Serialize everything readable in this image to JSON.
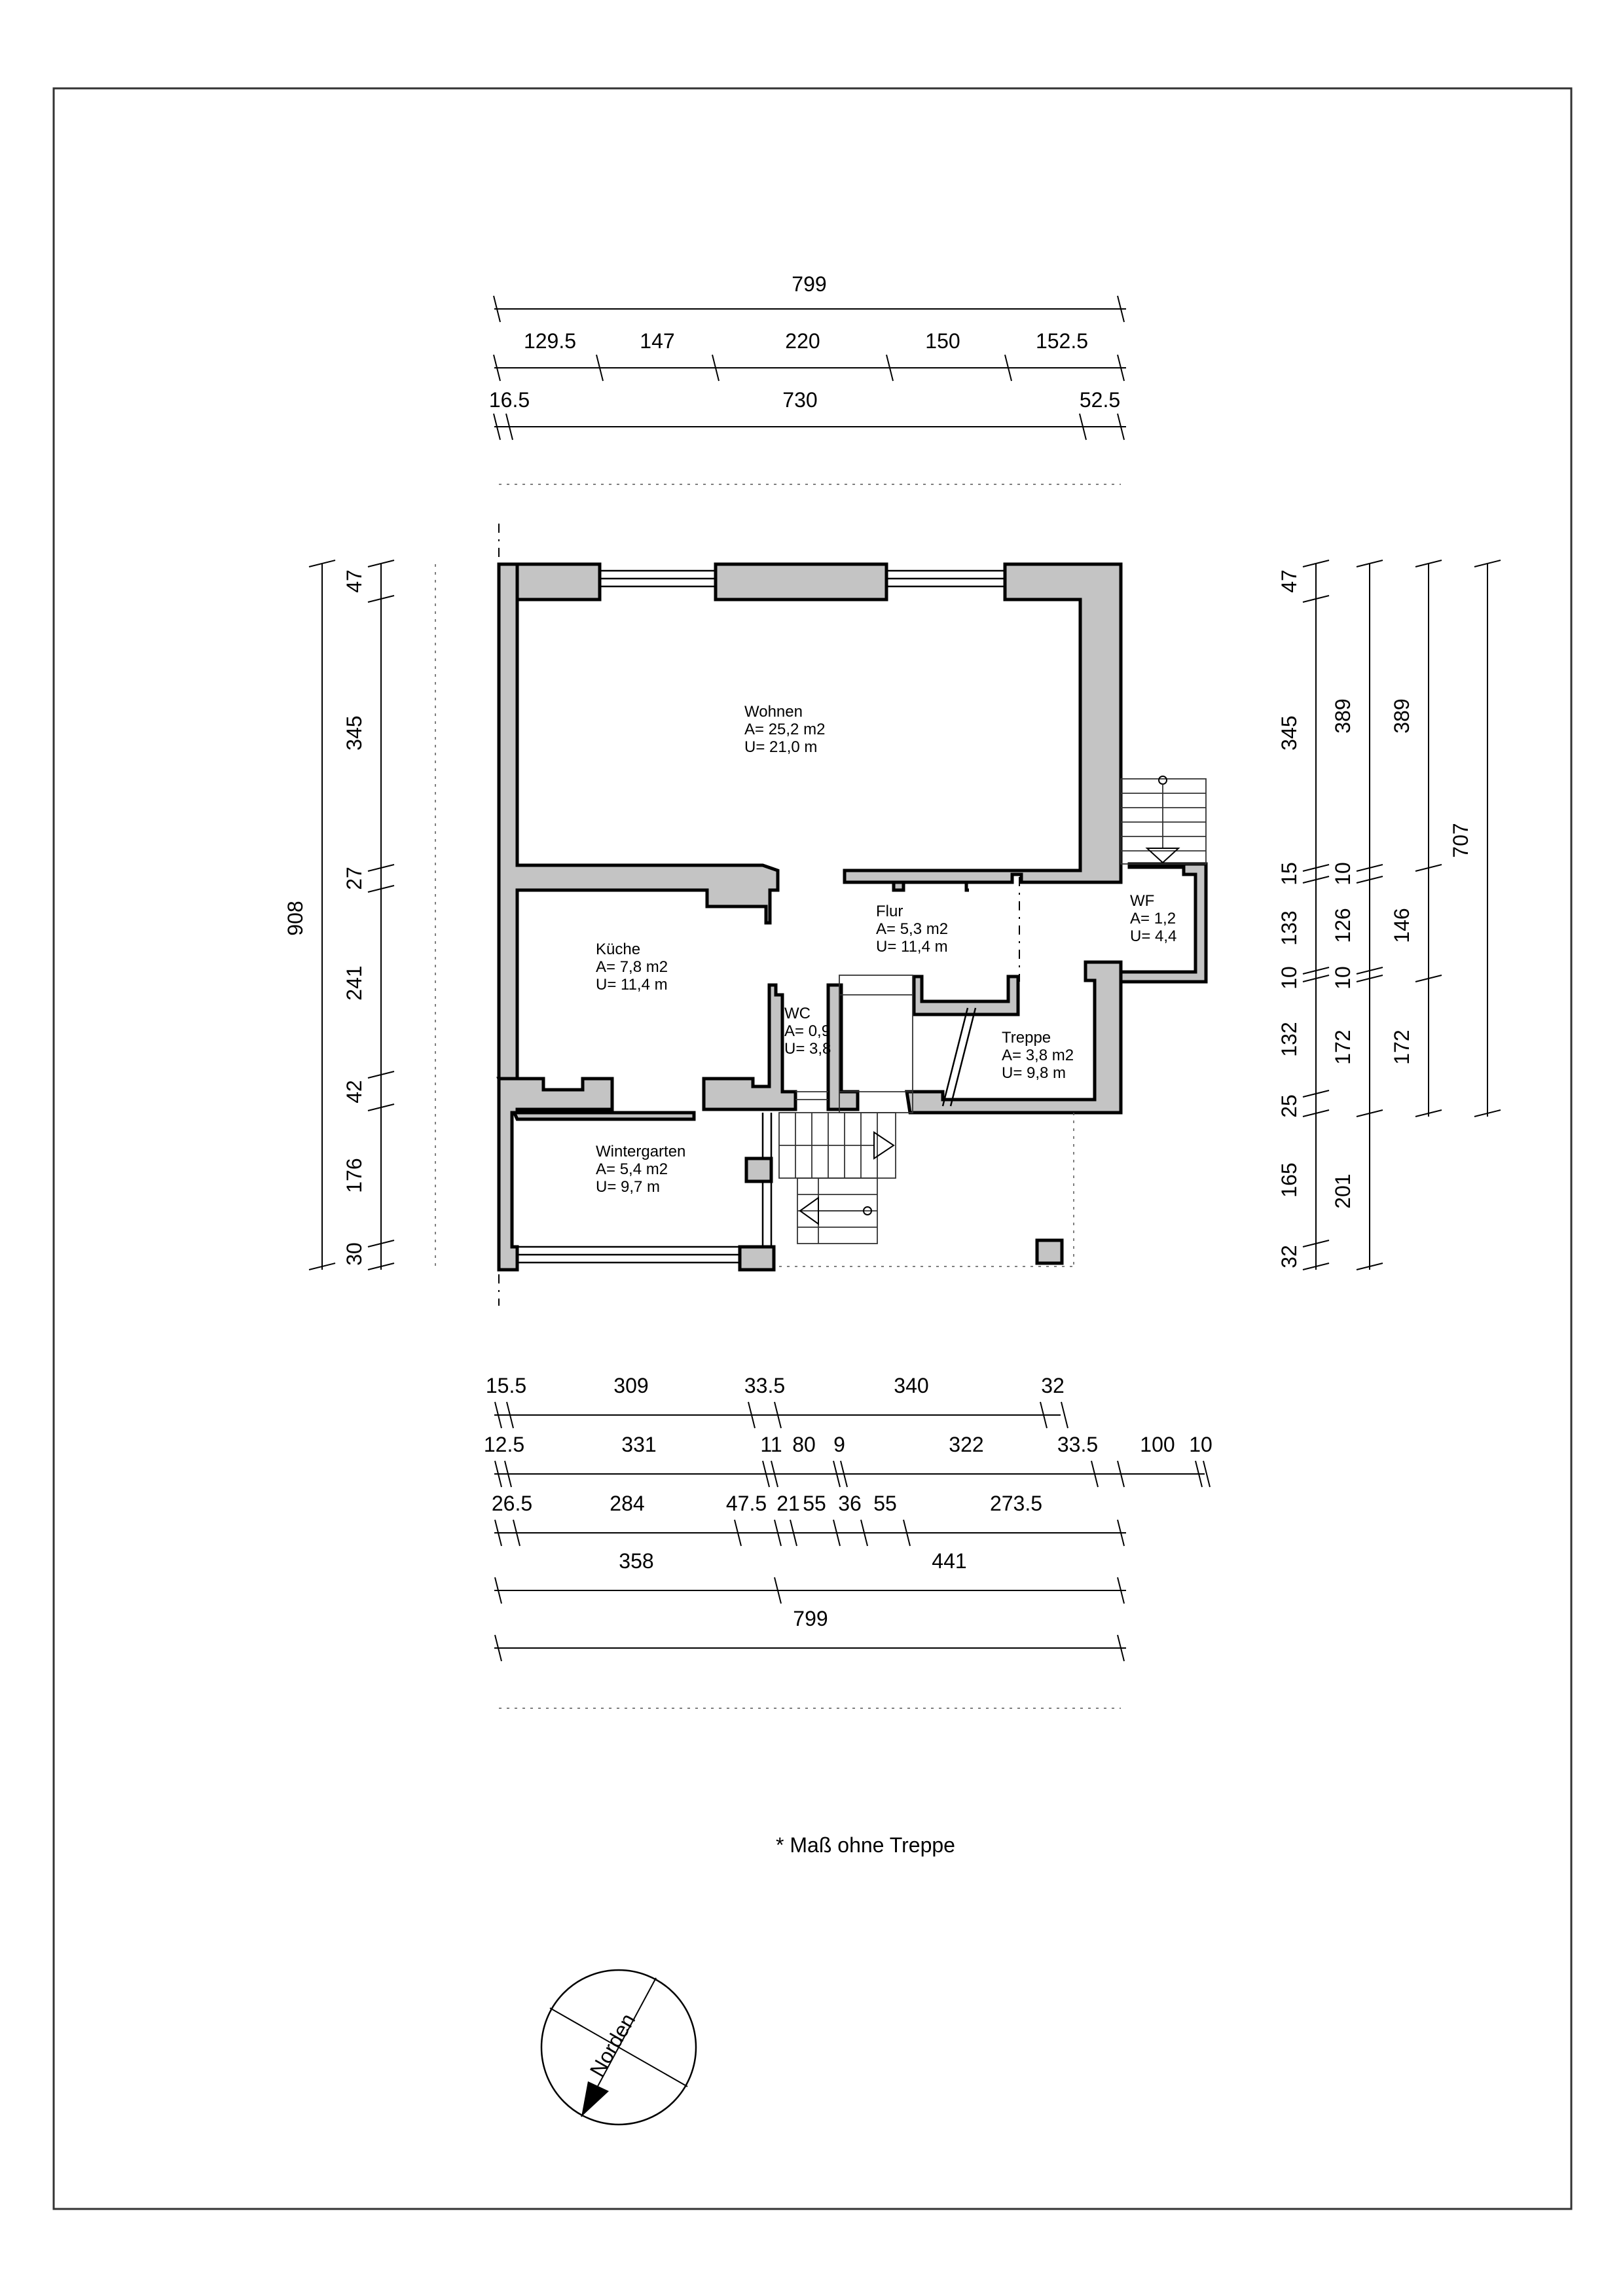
{
  "dimensions": {
    "top": {
      "overall": "799",
      "row2": [
        "129.5",
        "147",
        "220",
        "150",
        "152.5"
      ],
      "row3": [
        "16.5",
        "730",
        "52.5"
      ]
    },
    "left": [
      "47",
      "345",
      "27",
      "241",
      "42",
      "176",
      "30"
    ],
    "left_total": "908",
    "right": {
      "col1": [
        "47",
        "345",
        "15",
        "133",
        "10",
        "132",
        "25",
        "165",
        "32"
      ],
      "col2": [
        "389",
        "10",
        "126",
        "10",
        "172",
        "201"
      ],
      "col3": [
        "389",
        "146",
        "172"
      ],
      "col4": "707"
    },
    "bottom": {
      "row1": [
        "15.5",
        "309",
        "33.5",
        "340",
        "32"
      ],
      "row2": [
        "12.5",
        "331",
        "11",
        "80",
        "9",
        "322",
        "33.5",
        "100",
        "10"
      ],
      "row3": [
        "26.5",
        "284",
        "47.5",
        "21",
        "55",
        "36",
        "55",
        "273.5"
      ],
      "row4": [
        "358",
        "441"
      ],
      "overall": "799"
    }
  },
  "rooms": [
    {
      "name": "Wohnen",
      "area": "A= 25,2 m2",
      "perimeter": "U= 21,0 m"
    },
    {
      "name": "Küche",
      "area": "A= 7,8 m2",
      "perimeter": "U= 11,4 m"
    },
    {
      "name": "Flur",
      "area": "A= 5,3 m2",
      "perimeter": "U= 11,4 m"
    },
    {
      "name": "WF",
      "area": "A= 1,2",
      "perimeter": "U= 4,4"
    },
    {
      "name": "WC",
      "area": "A= 0,9",
      "perimeter": "U= 3,8"
    },
    {
      "name": "Treppe",
      "area": "A= 3,8 m2",
      "perimeter": "U= 9,8 m"
    },
    {
      "name": "Wintergarten",
      "area": "A= 5,4 m2",
      "perimeter": "U= 9,7 m"
    }
  ],
  "note": "* Maß ohne Treppe",
  "compass_label": "Norden"
}
